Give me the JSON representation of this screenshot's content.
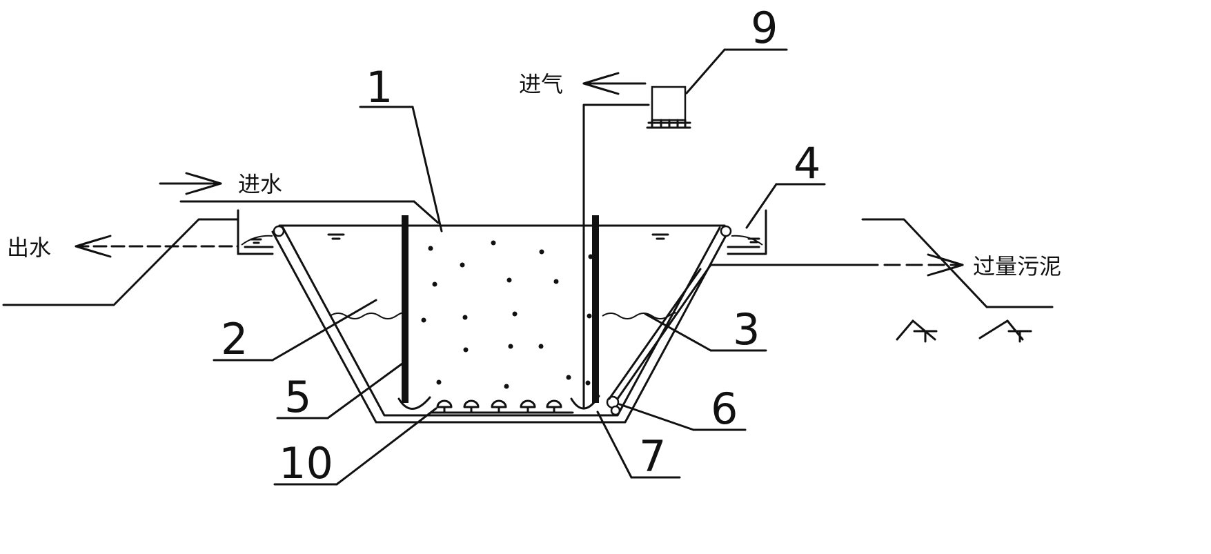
{
  "labels": {
    "n1": "1",
    "n2": "2",
    "n3": "3",
    "n4": "4",
    "n5": "5",
    "n6": "6",
    "n7": "7",
    "n9": "9",
    "n10": "10"
  },
  "flows": {
    "inlet_water": "进水",
    "outlet_water": "出水",
    "air_inlet": "进气",
    "excess_sludge": "过量污泥"
  }
}
